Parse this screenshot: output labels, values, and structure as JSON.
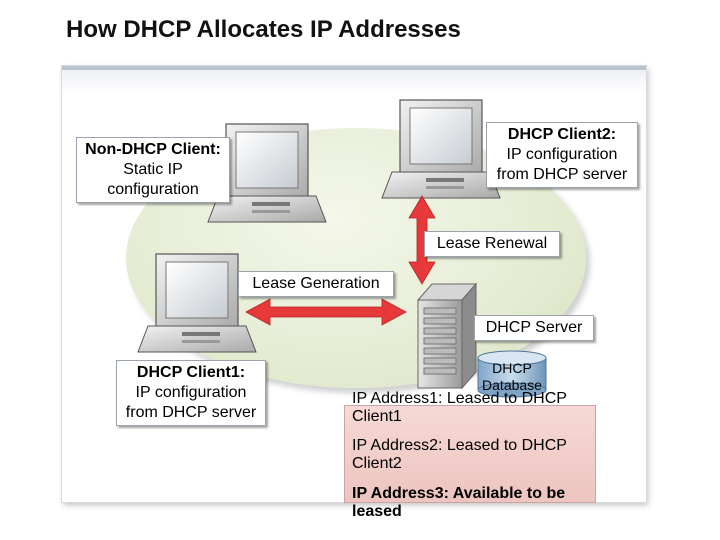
{
  "title": "How DHCP Allocates IP Addresses",
  "nodes": {
    "non_dhcp_client": {
      "line1": "Non-DHCP Client:",
      "line2": "Static IP",
      "line3": "configuration"
    },
    "client2": {
      "line1": "DHCP Client2:",
      "line2": "IP configuration",
      "line3": "from DHCP server"
    },
    "client1": {
      "line1": "DHCP Client1:",
      "line2": "IP configuration",
      "line3": "from DHCP server"
    },
    "server": {
      "label": "DHCP Server"
    },
    "database": {
      "line1": "DHCP",
      "line2": "Database"
    }
  },
  "edges": {
    "lease_renewal": "Lease Renewal",
    "lease_generation": "Lease Generation"
  },
  "records": [
    {
      "line1": "IP Address1: Leased to DHCP",
      "line2": "Client1"
    },
    {
      "line1": "IP Address2: Leased to DHCP",
      "line2": "Client2"
    },
    {
      "line1": "IP Address3: Available to be",
      "line2": "leased"
    }
  ],
  "colors": {
    "arrow": "#e8393a",
    "ellipse": "#e2ead0",
    "records_bg": "#f2cfcb"
  }
}
